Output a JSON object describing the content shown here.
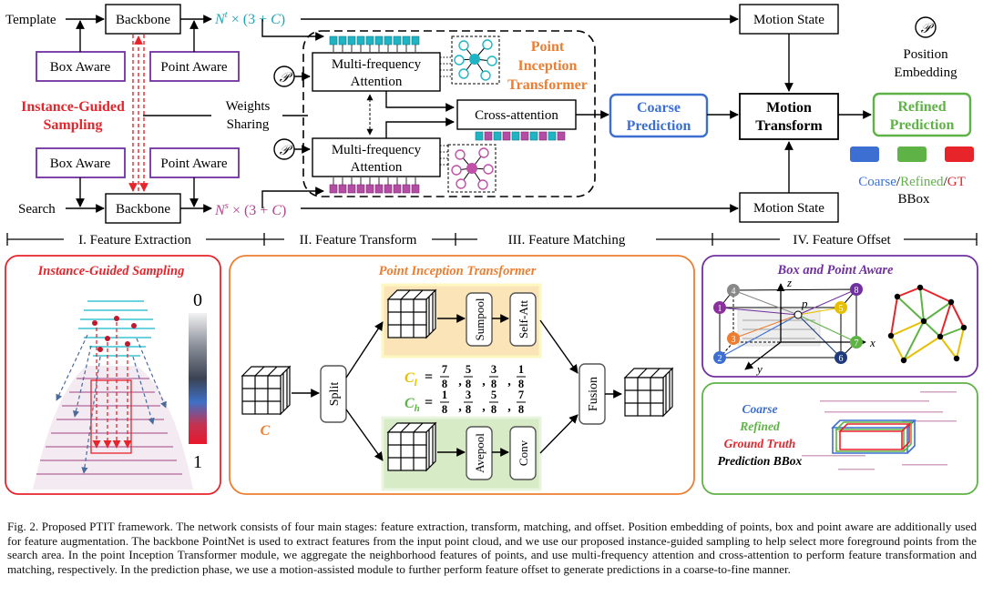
{
  "inputs": {
    "template": "Template",
    "search": "Search"
  },
  "backbone": {
    "top": "Backbone",
    "bottom": "Backbone"
  },
  "aware": {
    "box_top": "Box Aware",
    "point_top": "Point Aware",
    "box_bottom": "Box Aware",
    "point_bottom": "Point Aware"
  },
  "sampling": {
    "line1": "Instance-Guided",
    "line2": "Sampling"
  },
  "weights": {
    "line1": "Weights",
    "line2": "Sharing"
  },
  "features": {
    "top_base": "N",
    "top_sup": "t",
    "top_rest": " × (3 + ",
    "top_c": "C",
    "top_end": ")",
    "bottom_base": "N",
    "bottom_sup": "s",
    "bottom_rest": " × (3 + ",
    "bottom_c": "C",
    "bottom_end": ")"
  },
  "pe_symbol": "𝒫",
  "pit": {
    "mfa_top_1": "Multi-frequency",
    "mfa_top_2": "Attention",
    "mfa_bottom_1": "Multi-frequency",
    "mfa_bottom_2": "Attention",
    "title_1": "Point",
    "title_2": "Inception",
    "title_3": "Transformer",
    "cross": "Cross-attention"
  },
  "prediction": {
    "coarse_1": "Coarse",
    "coarse_2": "Prediction",
    "motion_1": "Motion",
    "motion_2": "Transform",
    "refined_1": "Refined",
    "refined_2": "Prediction",
    "state_top": "Motion State",
    "state_bottom": "Motion State"
  },
  "legend": {
    "pe_label_1": "Position",
    "pe_label_2": "Embedding",
    "coarse": "Coarse",
    "slash1": "/",
    "refined": "Refined",
    "slash2": "/",
    "gt": "GT",
    "bbox": "BBox",
    "colors": {
      "coarse": "#3c6fd1",
      "refined": "#5fb346",
      "gt": "#e8242b"
    }
  },
  "stages": [
    "I. Feature Extraction",
    "II. Feature Transform",
    "III. Feature Matching",
    "IV. Feature Offset"
  ],
  "panel_sampling": {
    "title": "Instance-Guided Sampling",
    "scale_top": "0",
    "scale_bottom": "1"
  },
  "panel_pit": {
    "title": "Point Inception Transformer",
    "c_label": "C",
    "split": "Split",
    "fusion": "Fusion",
    "sumpool": "Sumpool",
    "self_att": "Self-Att",
    "avepool": "Avepool",
    "conv": "Conv",
    "cl_label": "C",
    "cl_sub": "l",
    "ch_label": "C",
    "ch_sub": "h",
    "cl_fracs": [
      [
        "7",
        "8"
      ],
      [
        "5",
        "8"
      ],
      [
        "3",
        "8"
      ],
      [
        "1",
        "8"
      ]
    ],
    "ch_fracs": [
      [
        "1",
        "8"
      ],
      [
        "3",
        "8"
      ],
      [
        "5",
        "8"
      ],
      [
        "7",
        "8"
      ]
    ]
  },
  "panel_aware": {
    "title": "Box and Point Aware",
    "axis_x": "x",
    "axis_y": "y",
    "axis_z": "z",
    "point_p": "p",
    "corners": [
      "1",
      "2",
      "3",
      "4",
      "5",
      "6",
      "7",
      "8"
    ]
  },
  "panel_pred": {
    "coarse": "Coarse",
    "refined": "Refined",
    "gt": "Ground Truth",
    "bbox": "Prediction BBox"
  },
  "caption": "Fig. 2.  Proposed PTIT framework. The network consists of four main stages: feature extraction, transform, matching, and offset. Position embedding of points, box and point aware are additionally used for feature augmentation. The backbone PointNet is used to extract features from the input point cloud, and we use our proposed instance-guided sampling to help select more foreground points from the search area. In the point Inception Transformer module, we aggregate the neighborhood features of points, and use multi-frequency attention and cross-attention to perform feature transformation and matching, respectively. In the prediction phase, we use a motion-assisted module to further perform feature offset to generate predictions in a coarse-to-fine manner."
}
